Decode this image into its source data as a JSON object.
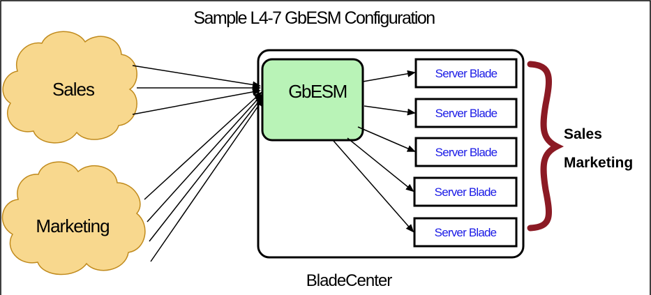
{
  "title": "Sample L4-7 GbESM Configuration",
  "clouds": [
    {
      "id": "sales",
      "label": "Sales"
    },
    {
      "id": "marketing",
      "label": "Marketing"
    }
  ],
  "switch_label": "GbESM",
  "chassis_label": "BladeCenter",
  "blades": [
    {
      "label": "Server Blade"
    },
    {
      "label": "Server Blade"
    },
    {
      "label": "Server Blade"
    },
    {
      "label": "Server Blade"
    },
    {
      "label": "Server Blade"
    }
  ],
  "groups": [
    "Sales",
    "Marketing"
  ],
  "colors": {
    "cloud_fill": "#f8d88e",
    "cloud_stroke": "#c08a1c",
    "switch_fill": "#b9f3b7",
    "blade_text": "#1a1ae6",
    "brace": "#8b1a24"
  }
}
